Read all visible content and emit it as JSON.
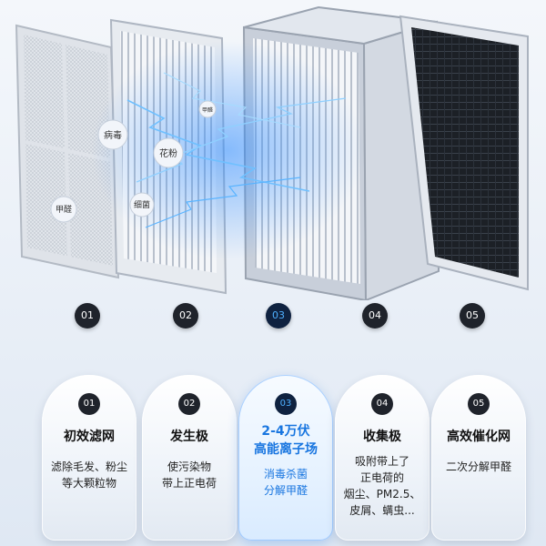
{
  "illustration": {
    "labels": {
      "virus": "病毒",
      "pollen": "花粉",
      "formaldehyde": "甲醛",
      "bacteria": "细菌",
      "formaldehyde_small": "甲醛"
    }
  },
  "numbers": [
    "01",
    "02",
    "03",
    "04",
    "05"
  ],
  "cards": [
    {
      "num": "01",
      "title": "初效滤网",
      "desc": "滤除毛发、粉尘\n等大颗粒物"
    },
    {
      "num": "02",
      "title": "发生极",
      "desc": "使污染物\n带上正电荷"
    },
    {
      "num": "03",
      "title": "2-4万伏\n高能离子场",
      "desc": "消毒杀菌\n分解甲醛"
    },
    {
      "num": "04",
      "title": "收集极",
      "desc": "吸附带上了\n正电荷的\n烟尘、PM2.5、\n皮屑、螨虫..."
    },
    {
      "num": "05",
      "title": "高效催化网",
      "desc": "二次分解甲醛"
    }
  ],
  "colors": {
    "highlight": "#1976e0",
    "dark_badge": "#1f232b",
    "number_highlight": "#4fb0ff"
  }
}
